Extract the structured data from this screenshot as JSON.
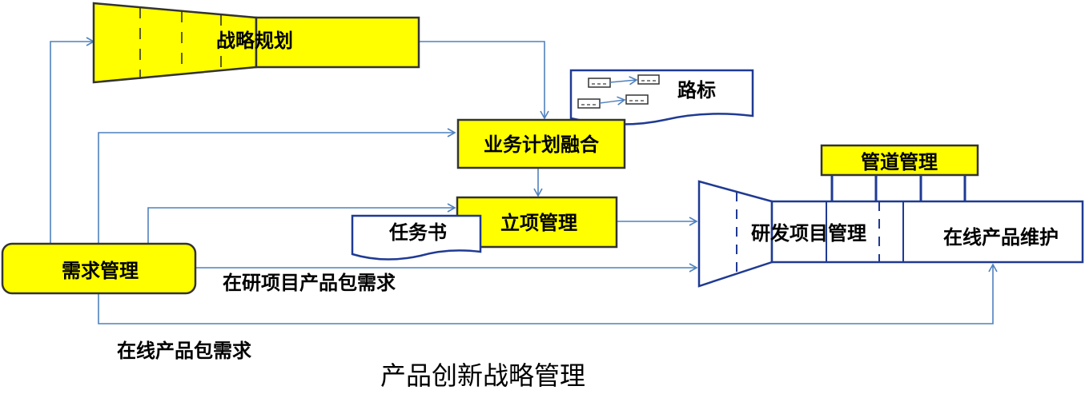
{
  "diagram": {
    "title": "产品创新战略管理",
    "nodes": {
      "strategy": "战略规划",
      "roadmap": "路标",
      "business_plan": "业务计划融合",
      "pipeline": "管道管理",
      "project_init": "立项管理",
      "task_book": "任务书",
      "requirements": "需求管理",
      "rd_project": "研发项目管理",
      "online_product": "在线产品维护"
    },
    "edge_labels": {
      "in_dev_requirements": "在研项目产品包需求",
      "online_requirements": "在线产品包需求"
    },
    "colors": {
      "box_fill": "#ffff00",
      "box_stroke": "#4a4a4a",
      "arrow": "#4f81bd",
      "outline": "#1f3a93"
    }
  }
}
